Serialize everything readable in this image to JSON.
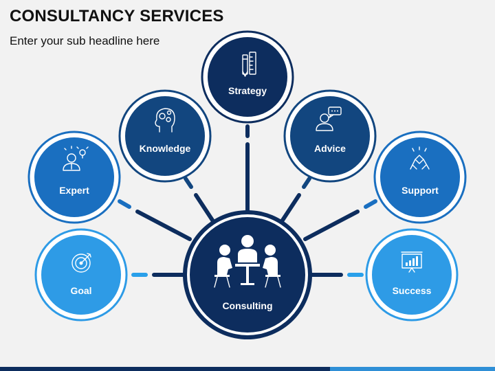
{
  "header": {
    "title": "CONSULTANCY SERVICES",
    "subtitle": "Enter your sub headline here"
  },
  "colors": {
    "navy": "#0d2d5e",
    "dark_blue": "#12467f",
    "mid_blue": "#1a6fc0",
    "light_blue": "#2e9be6",
    "connector_light": "#2aa0ea",
    "background": "#f2f2f2"
  },
  "center": {
    "label": "Consulting",
    "icon": "meeting-table-icon"
  },
  "nodes": [
    {
      "key": "goal",
      "label": "Goal",
      "icon": "target-icon",
      "color": "#2e9be6"
    },
    {
      "key": "expert",
      "label": "Expert",
      "icon": "expert-idea-icon",
      "color": "#1a6fc0"
    },
    {
      "key": "knowledge",
      "label": "Knowledge",
      "icon": "head-gears-icon",
      "color": "#12467f"
    },
    {
      "key": "strategy",
      "label": "Strategy",
      "icon": "pencil-ruler-icon",
      "color": "#0d2d5e"
    },
    {
      "key": "advice",
      "label": "Advice",
      "icon": "person-speech-icon",
      "color": "#12467f"
    },
    {
      "key": "support",
      "label": "Support",
      "icon": "handshake-icon",
      "color": "#1a6fc0"
    },
    {
      "key": "success",
      "label": "Success",
      "icon": "presentation-chart-icon",
      "color": "#2e9be6"
    }
  ]
}
